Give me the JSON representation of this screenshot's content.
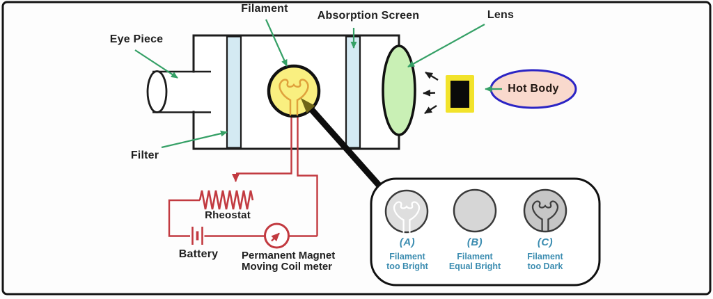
{
  "diagram": {
    "title_hint": "Optical pyrometer schematic",
    "labels": {
      "filament": "Filament",
      "absorption_screen": "Absorption Screen",
      "eye_piece": "Eye Piece",
      "lens": "Lens",
      "hot_body": "Hot Body",
      "filter": "Filter",
      "rheostat": "Rheostat",
      "battery": "Battery",
      "meter_line1": "Permanent Magnet",
      "meter_line2": "Moving Coil meter"
    },
    "callout": {
      "items": [
        {
          "id": "(A)",
          "caption_line1": "Filament",
          "caption_line2": "too Bright"
        },
        {
          "id": "(B)",
          "caption_line1": "Filament",
          "caption_line2": "Equal Bright"
        },
        {
          "id": "(C)",
          "caption_line1": "Filament",
          "caption_line2": "too Dark"
        }
      ]
    },
    "colors": {
      "bulb_yellow": "#f9ef80",
      "filament_orange": "#dfa13c",
      "lens_green": "#c9f0b5",
      "strip_blue": "#d4eaf3",
      "hot_body_pink": "#f9d9cd",
      "hot_body_border": "#2b24c4",
      "square_yellow": "#f2e32b",
      "circuit_red": "#c23a40",
      "label_arrow_green": "#35a066",
      "callout_text_teal": "#3b8cb0",
      "outline_black": "#1c1c1c"
    }
  }
}
